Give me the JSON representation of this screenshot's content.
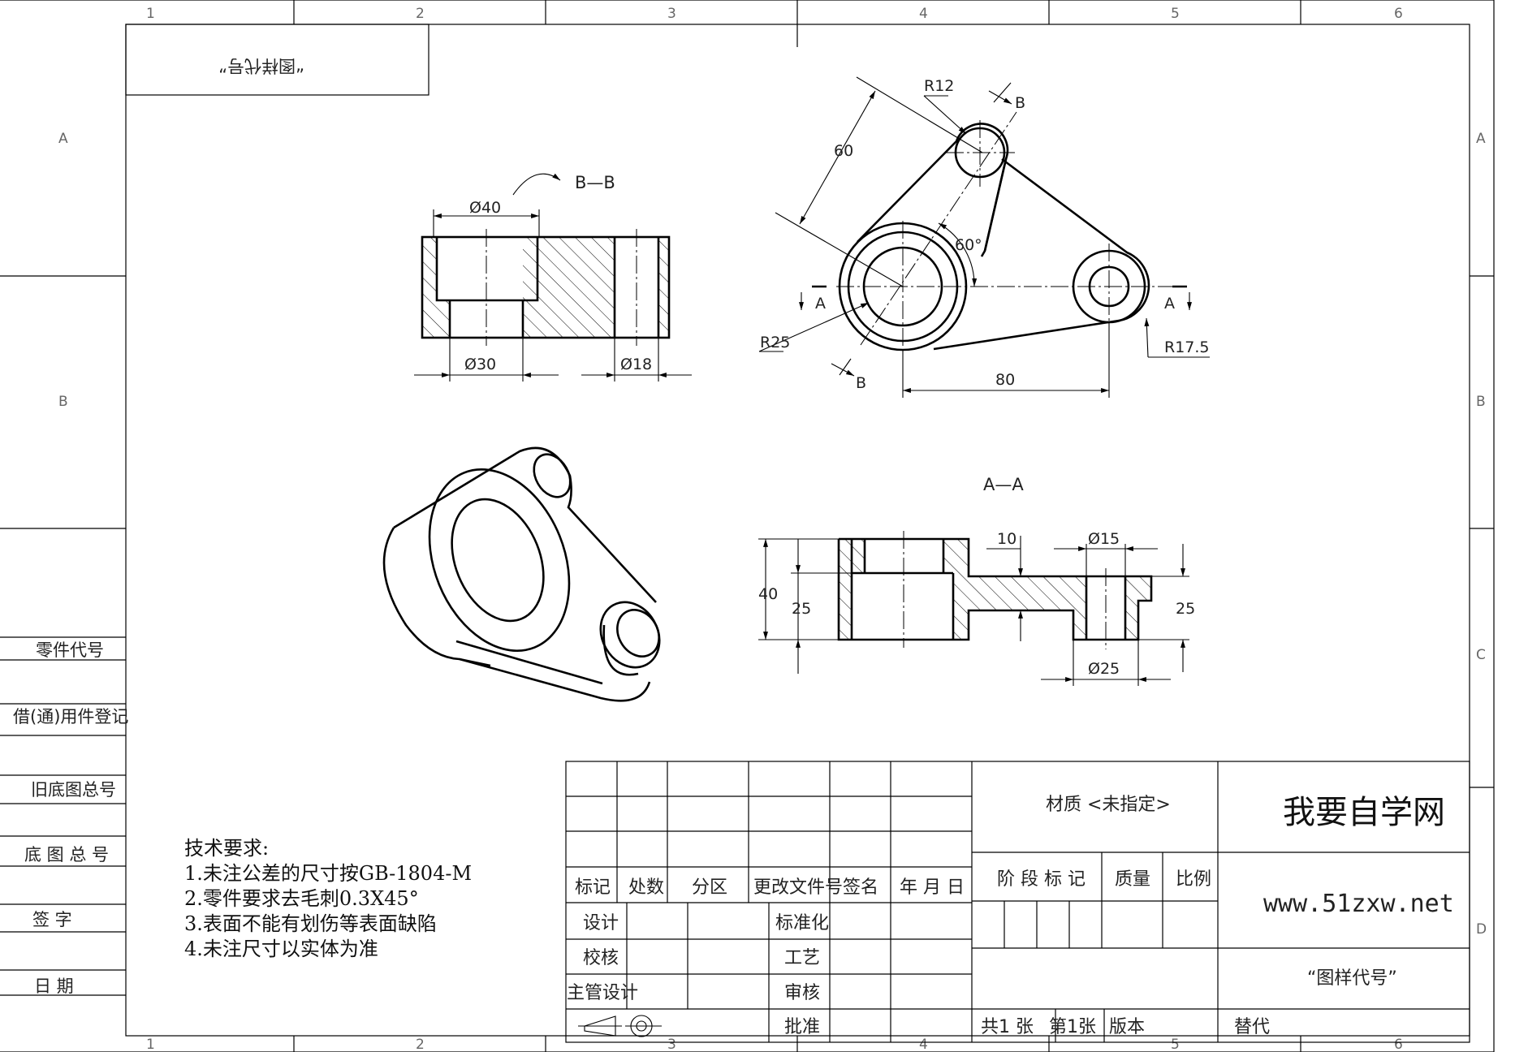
{
  "zones": {
    "columns": [
      "1",
      "2",
      "3",
      "4",
      "5",
      "6"
    ],
    "rows_left": [
      "A",
      "B"
    ],
    "rows_right": [
      "A",
      "B",
      "C",
      "D"
    ]
  },
  "top_left_box": "“图样代号”",
  "views": {
    "section_bb": {
      "title": "B—B",
      "dims": {
        "d40": "Ø40",
        "d30": "Ø30",
        "d18": "Ø18"
      }
    },
    "top_view": {
      "dims": {
        "r12": "R12",
        "r25": "R25",
        "r17_5": "R17.5",
        "d60": "60",
        "a60": "60°",
        "d80": "80",
        "mark_a": "A",
        "mark_b": "B"
      }
    },
    "section_aa": {
      "title": "A—A",
      "dims": {
        "d10": "10",
        "d15": "Ø15",
        "d25dia": "Ø25",
        "h40": "40",
        "h25_left": "25",
        "h25_right": "25"
      }
    }
  },
  "left_strip": {
    "part_code": "零件代号",
    "borrow_register": "借(通)用件登记",
    "old_base_no": "旧底图总号",
    "base_no": "底 图 总 号",
    "signature": "签   字",
    "date": "日   期"
  },
  "tech_requirements": {
    "heading": "技术要求:",
    "items": [
      "1.未注公差的尺寸按GB-1804-M",
      "2.零件要求去毛刺0.3X45°",
      "3.表面不能有划伤等表面缺陷",
      "4.未注尺寸以实体为准"
    ]
  },
  "title_block": {
    "headers": [
      "标记",
      "处数",
      "分区",
      "更改文件号",
      "签名",
      "年 月 日"
    ],
    "design": "设计",
    "check": "校核",
    "lead_design": "主管设计",
    "standardize": "标准化",
    "craft": "工艺",
    "review": "审核",
    "approve": "批准",
    "material": "材质 <未指定>",
    "stage_mark": "阶 段 标 记",
    "mass": "质量",
    "scale": "比例",
    "sheet_total": "共1 张",
    "sheet_no": "第1张",
    "version": "版本",
    "replace": "替代",
    "company": "我要自学网",
    "website": "www.51zxw.net",
    "drawing_code": "“图样代号”"
  }
}
